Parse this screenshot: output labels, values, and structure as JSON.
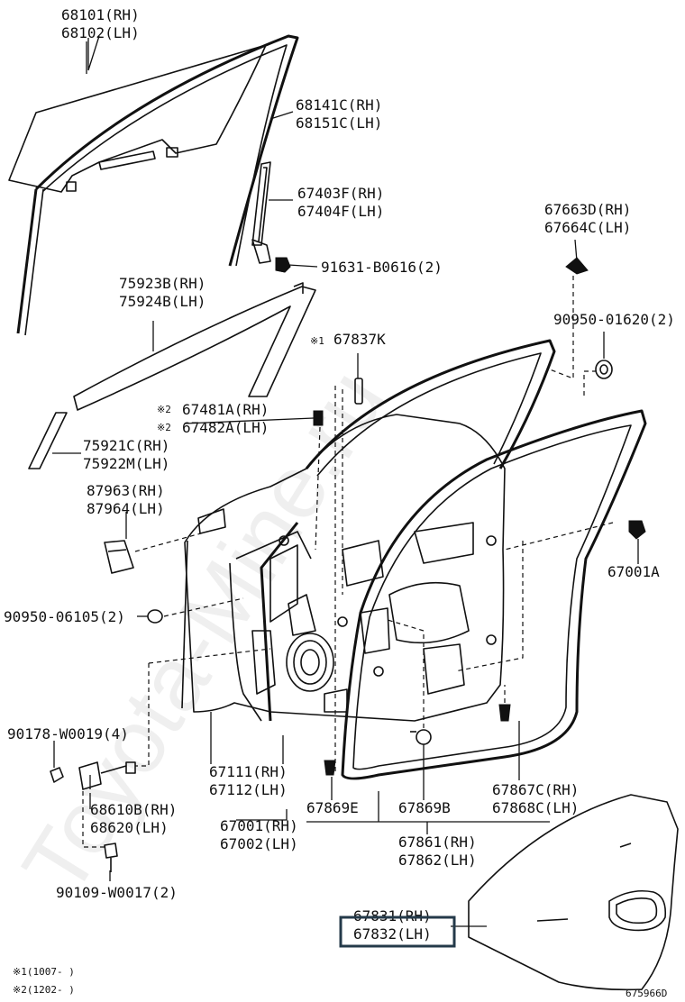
{
  "watermark": "Toyota-Mine.ru",
  "labels": {
    "p68101": "68101(RH)",
    "p68102": "68102(LH)",
    "p68141": "68141C(RH)",
    "p68151": "68151C(LH)",
    "p67403": "67403F(RH)",
    "p67404": "67404F(LH)",
    "p91631": "91631-B0616(2)",
    "p75923": "75923B(RH)",
    "p75924": "75924B(LH)",
    "p67663": "67663D(RH)",
    "p67664": "67664C(LH)",
    "p90950a": "90950-01620(2)",
    "p67837_mark": "※1",
    "p67837": "67837K",
    "p67481_mark": "※2",
    "p67481": "67481A(RH)",
    "p67482_mark": "※2",
    "p67482": "67482A(LH)",
    "p75921": "75921C(RH)",
    "p75922": "75922M(LH)",
    "p87963": "87963(RH)",
    "p87964": "87964(LH)",
    "p67001a": "67001A",
    "p90950b": "90950-06105(2)",
    "p90178": "90178-W0019(4)",
    "p67111": "67111(RH)",
    "p67112": "67112(LH)",
    "p68610": "68610B(RH)",
    "p68620": "68620(LH)",
    "p67001": "67001(RH)",
    "p67002": "67002(LH)",
    "p67869e": "67869E",
    "p67869b": "67869B",
    "p67867": "67867C(RH)",
    "p67868": "67868C(LH)",
    "p67861": "67861(RH)",
    "p67862": "67862(LH)",
    "p90109": "90109-W0017(2)",
    "p67831": "67831(RH)",
    "p67832": "67832(LH)"
  },
  "footnotes": {
    "n1": "※1(1007-    )",
    "n2": "※2(1202-    )"
  },
  "figure_id": "675966D",
  "highlight_color": "#243a4a"
}
